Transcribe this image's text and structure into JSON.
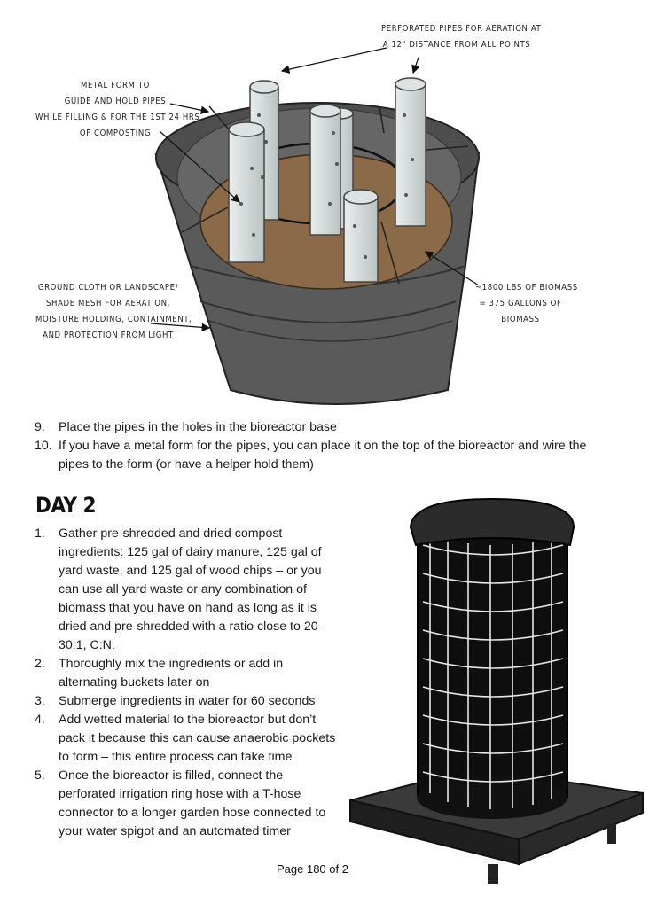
{
  "diagram": {
    "callouts": {
      "pipes": [
        "PERFORATED PIPES FOR AERATION AT",
        "A 12\" DISTANCE FROM ALL POINTS"
      ],
      "form": [
        "METAL FORM TO",
        "GUIDE AND HOLD PIPES",
        "WHILE FILLING & FOR THE 1ST 24 HRS",
        "OF COMPOSTING"
      ],
      "cloth": [
        "GROUND CLOTH OR LANDSCAPE/",
        "SHADE MESH FOR AERATION,",
        "MOISTURE HOLDING, CONTAINMENT,",
        "AND PROTECTION FROM LIGHT"
      ],
      "biomass": [
        "~1800 LBS OF BIOMASS",
        "= 375 GALLONS OF",
        "BIOMASS"
      ]
    }
  },
  "steps_top": [
    {
      "num": "9.",
      "text": "Place the pipes in the holes in the bioreactor base"
    },
    {
      "num": "10.",
      "text": "If you have a metal form for the pipes, you can place it on the top of the bioreactor and wire the pipes to the form (or have a helper hold them)"
    }
  ],
  "day2": {
    "heading": "DAY 2",
    "steps": [
      {
        "num": "1.",
        "text": "Gather pre-shredded and dried compost ingredients: 125 gal of dairy manure, 125 gal of yard waste, and 125 gal of wood chips – or you can use all yard waste or any combination of biomass that you have on hand as long as it is dried and pre-shredded with a ratio close to 20–30:1, C:N."
      },
      {
        "num": "2.",
        "text": "Thoroughly mix the ingredients or add in alternating buckets later on"
      },
      {
        "num": "3.",
        "text": "Submerge ingredients in water for 60 seconds"
      },
      {
        "num": "4.",
        "text": "Add wetted material to the bioreactor but don’t pack it because this can cause anaerobic pockets to form – this entire process can take time"
      },
      {
        "num": "5.",
        "text": "Once the bioreactor is filled, connect the perforated irrigation ring hose with a T-hose connector to a longer garden hose connected to your water spigot and an automated timer"
      }
    ]
  },
  "footer": {
    "page": "Page 180 of 2"
  }
}
